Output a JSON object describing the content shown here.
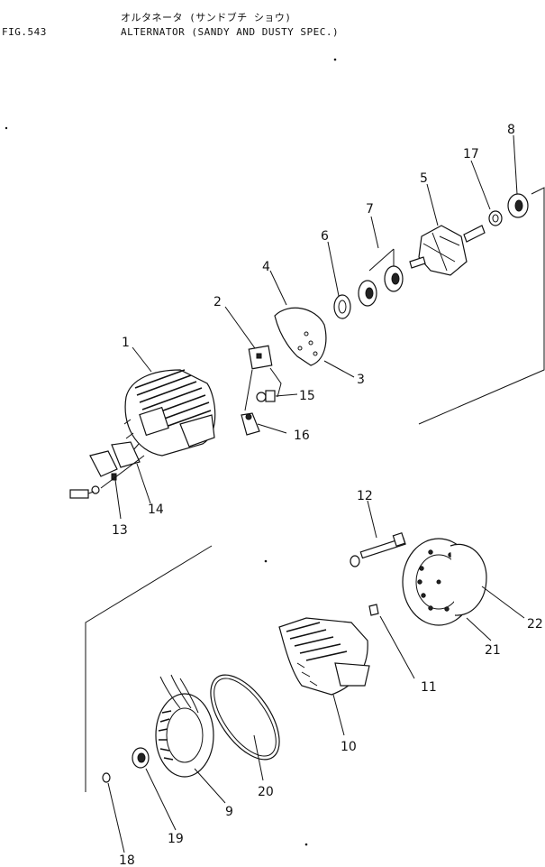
{
  "header": {
    "fig_number": "FIG.543",
    "japanese_title": "オルタネータ (サンドブチ ショウ)",
    "title": "ALTERNATOR (SANDY AND DUSTY SPEC.)"
  },
  "callouts": {
    "c1": "1",
    "c2": "2",
    "c3": "3",
    "c4": "4",
    "c5": "5",
    "c6": "6",
    "c7": "7",
    "c8": "8",
    "c9": "9",
    "c10": "10",
    "c11": "11",
    "c12": "12",
    "c13": "13",
    "c14": "14",
    "c15": "15",
    "c16": "16",
    "c17": "17",
    "c18": "18",
    "c19": "19",
    "c20": "20",
    "c21": "21",
    "c22": "22"
  }
}
